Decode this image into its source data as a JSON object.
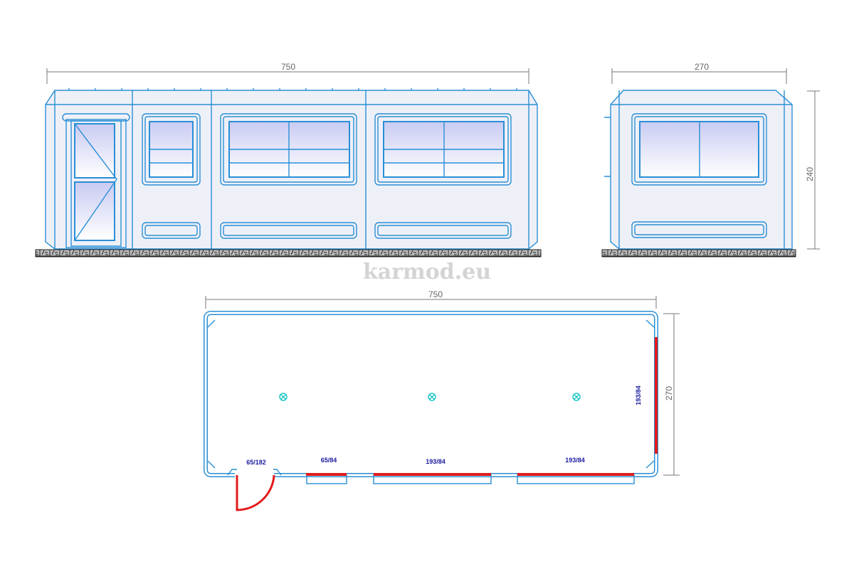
{
  "front_elevation": {
    "width_dim": "750"
  },
  "side_elevation": {
    "width_dim": "270",
    "height_dim": "240"
  },
  "watermark": "karmod.eu",
  "floor_plan": {
    "width_dim": "750",
    "depth_dim": "270",
    "door_label": "65/182",
    "window_labels": [
      "65/84",
      "193/84",
      "193/84",
      "193/84"
    ]
  },
  "colors": {
    "line": "#2a8fd6",
    "window_plan": "#e21b1b",
    "label": "#1a1aa0",
    "lamp": "#25c8c8"
  }
}
